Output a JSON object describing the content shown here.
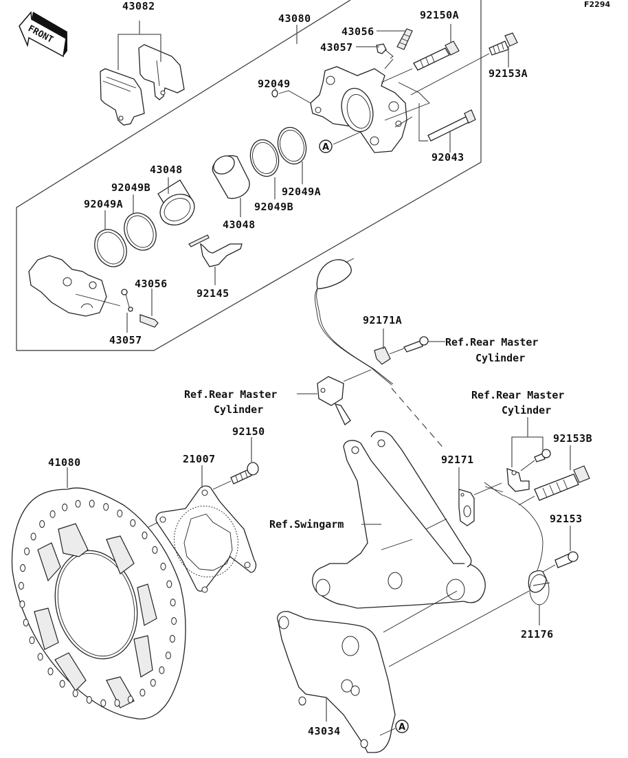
{
  "figure_code": "F2294",
  "front_indicator": "FRONT",
  "callout_marker": "A",
  "part_labels": {
    "brake_pads": "43082",
    "caliper_assy": "43080",
    "bleed_valve_top": "43056",
    "bleed_cap_top": "43057",
    "slide_pin_a": "92150A",
    "bolt_a": "92153A",
    "oring_top": "92049",
    "pin_92043": "92043",
    "piston_left": "43048",
    "seal_b_left": "92049B",
    "seal_a_left": "92049A",
    "piston_right": "43048",
    "seal_b_right": "92049B",
    "seal_a_right": "92049A",
    "pad_spring": "92145",
    "bleed_valve_bottom": "43056",
    "bleed_cap_bottom": "43057",
    "clamp_a": "92171A",
    "bolt_92150": "92150",
    "sensor_rotor": "21007",
    "disc": "41080",
    "clamp": "92171",
    "bolt_b": "92153B",
    "bolt": "92153",
    "abs_sensor": "21176",
    "caliper_bracket": "43034"
  },
  "references": {
    "rear_master_1": [
      "Ref.Rear Master",
      "Cylinder"
    ],
    "rear_master_2": [
      "Ref.Rear Master",
      "Cylinder"
    ],
    "rear_master_3": [
      "Ref.Rear Master",
      "Cylinder"
    ],
    "swingarm": "Ref.Swingarm"
  }
}
